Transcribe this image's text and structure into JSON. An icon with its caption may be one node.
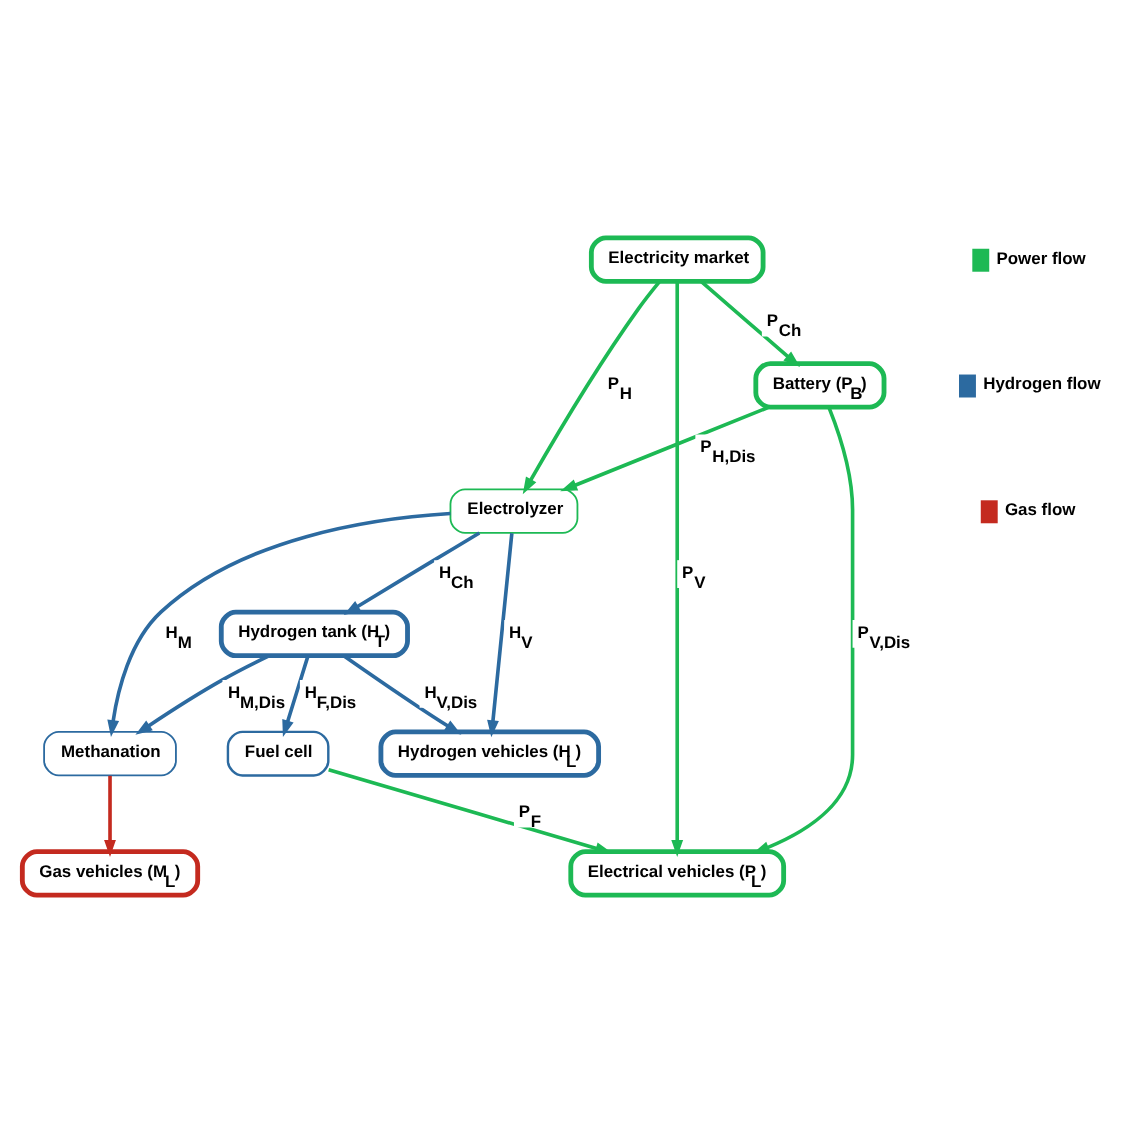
{
  "diagram": {
    "nodes": [
      {
        "text": [
          "Electrical vehicles (P$_{L}$)"
        ]
      },
      {
        "text": [
          "Electricity market"
        ]
      },
      {
        "text": [
          "Battery (P$_{B}$)"
        ]
      },
      {
        "text": [
          "Fuel cell"
        ]
      },
      {
        "text": [
          "Electrolyzer"
        ]
      },
      {
        "text": [
          "Hydrogen tank (H$_{T}$)"
        ]
      },
      {
        "text": [
          "Hydrogen vehicles (H$_{L}$)"
        ]
      },
      {
        "text": [
          "Methanation"
        ]
      },
      {
        "text": [
          "Gas vehicles (M$_{L}$)"
        ]
      }
    ],
    "edges": [
      {
        "from": 1,
        "to": 0,
        "arrow": "to",
        "label": "P$_{V}$",
        "color": "#1db954"
      },
      {
        "from": 2,
        "to": 0,
        "arrow": "to",
        "label": "P$_{V,Dis}$",
        "color": "#1db954"
      },
      {
        "from": 3,
        "to": 0,
        "arrow": "to",
        "label": "P$_{F}$",
        "color": "#1db954"
      },
      {
        "from": 1,
        "to": 2,
        "arrow": "to",
        "label": "P$_{Ch}$",
        "color": "#1db954"
      },
      {
        "from": 1,
        "to": 4,
        "arrow": "to",
        "label": "P$_{H}$",
        "color": "#1db954"
      },
      {
        "from": 2,
        "to": 4,
        "arrow": "to",
        "label": "P$_{H,Dis}$",
        "color": "#1db954"
      },
      {
        "from": 4,
        "to": 5,
        "arrow": "to",
        "label": "H$_{Ch}$",
        "color": "#2c6aa0"
      },
      {
        "from": 5,
        "to": 3,
        "arrow": "to",
        "label": "H$_{F,Dis}$",
        "color": "#2c6aa0"
      },
      {
        "from": 4,
        "to": 6,
        "arrow": "to",
        "label": "H$_{V}$",
        "color": "#2c6aa0"
      },
      {
        "from": 5,
        "to": 6,
        "arrow": "to",
        "label": "H$_{V,Dis}$",
        "color": "#2c6aa0"
      },
      {
        "from": 4,
        "to": 7,
        "arrow": "to",
        "label": "H$_{M}$",
        "color": "#2c6aa0"
      },
      {
        "from": 5,
        "to": 7,
        "arrow": "to",
        "label": "H$_{M,Dis}$",
        "color": "#2c6aa0"
      },
      {
        "from": 7,
        "to": 8,
        "arrow": "to",
        "color": "#c42a1f"
      }
    ],
    "legend": [
      {
        "text": "Power flow",
        "color": "#1db954"
      },
      {
        "text": "Hydrogen flow",
        "color": "#2c6aa0"
      },
      {
        "text": "Gas flow",
        "color": "#c42a1f"
      }
    ]
  }
}
